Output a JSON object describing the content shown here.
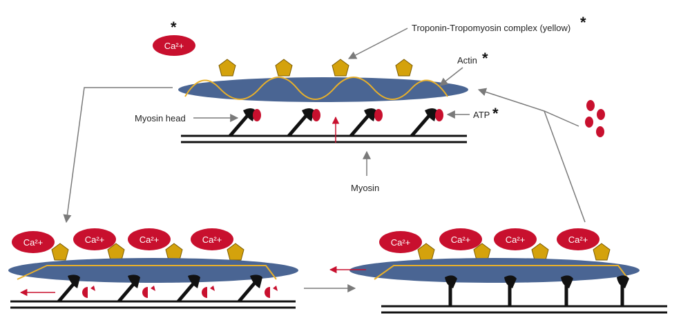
{
  "labels": {
    "calcium": "Ca²+",
    "asterisk": "*",
    "troponin": "Troponin-Tropomyosin complex (yellow)",
    "actin": "Actin",
    "myosin_head": "Myosin head",
    "atp": "ATP",
    "myosin": "Myosin"
  },
  "colors": {
    "actin": "#4a6593",
    "tropomyosin": "#e8b02a",
    "troponin": "#d4a20c",
    "calcium_atp": "#c8102e",
    "myosin": "#111111",
    "arrow": "#7a7a7a"
  }
}
